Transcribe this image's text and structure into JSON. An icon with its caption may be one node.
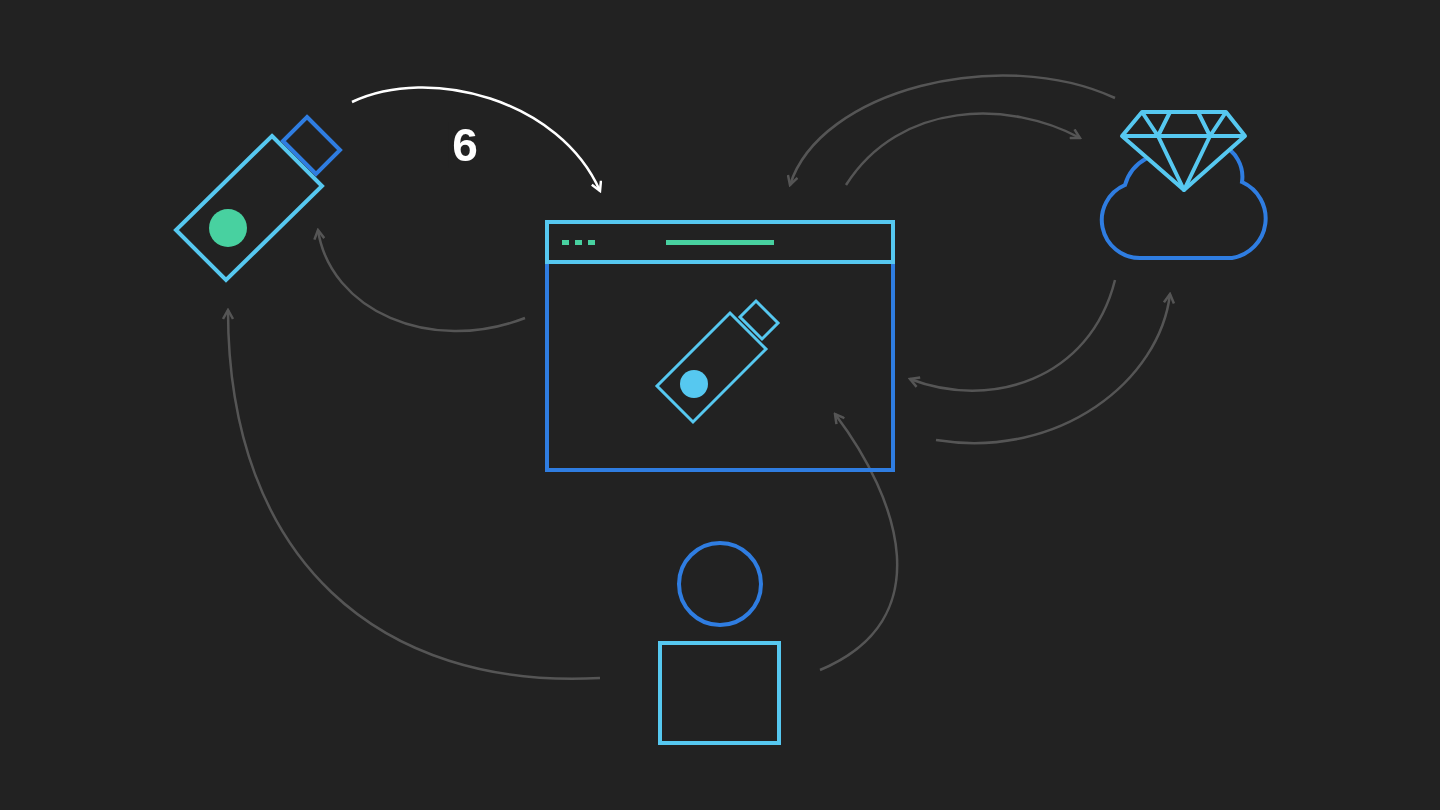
{
  "diagram": {
    "nodes": [
      {
        "text": [],
        "shape": "picture"
      },
      {
        "text": [],
        "shape": "picture"
      },
      {
        "text": [],
        "shape": "cloud"
      },
      {
        "text": [],
        "shape": "person"
      }
    ],
    "edges": [
      {
        "from": 0,
        "to": 1,
        "arrow": "to",
        "label": "6",
        "color": "#ffffff"
      },
      {
        "from": 1,
        "to": 0,
        "arrow": "to"
      },
      {
        "from": 2,
        "to": 1,
        "arrow": "to"
      },
      {
        "from": 1,
        "to": 2,
        "arrow": "to"
      },
      {
        "from": 2,
        "to": 1,
        "arrow": "to"
      },
      {
        "from": 1,
        "to": 2,
        "arrow": "to"
      },
      {
        "from": 3,
        "to": 0,
        "arrow": "to"
      },
      {
        "from": 3,
        "to": 1,
        "arrow": "to"
      }
    ]
  }
}
